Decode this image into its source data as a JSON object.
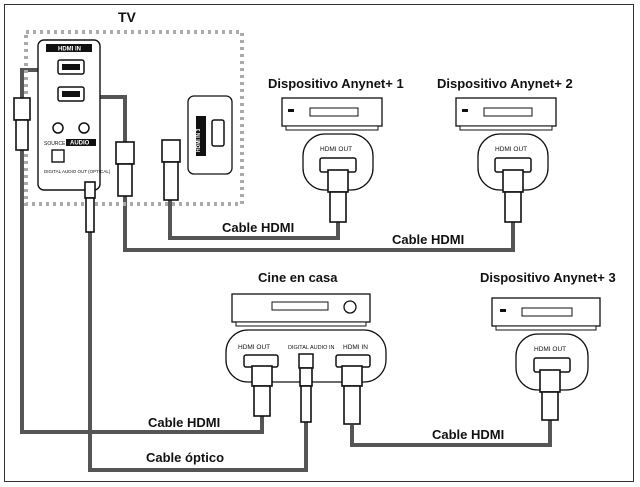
{
  "tv": {
    "title": "TV",
    "hdmi_in": "HDMI IN",
    "audio": "AUDIO",
    "digital_audio_out": "DIGITAL AUDIO OUT (OPTICAL)",
    "source": "SOURCE",
    "hdmi_side": "HDMI IN 3"
  },
  "devices": {
    "anynet1": {
      "title": "Dispositivo Anynet+ 1",
      "port": "HDMI OUT"
    },
    "anynet2": {
      "title": "Dispositivo Anynet+ 2",
      "port": "HDMI OUT"
    },
    "anynet3": {
      "title": "Dispositivo Anynet+ 3",
      "port": "HDMI OUT"
    },
    "home_theater": {
      "title": "Cine en casa",
      "port_hdmi_out": "HDMI OUT",
      "port_digital_audio_in": "DIGITAL AUDIO IN",
      "port_hdmi_in": "HDMI IN"
    }
  },
  "cables": {
    "c1": "Cable HDMI",
    "c2": "Cable HDMI",
    "c3": "Cable HDMI",
    "c4": "Cable HDMI",
    "c5": "Cable óptico"
  }
}
